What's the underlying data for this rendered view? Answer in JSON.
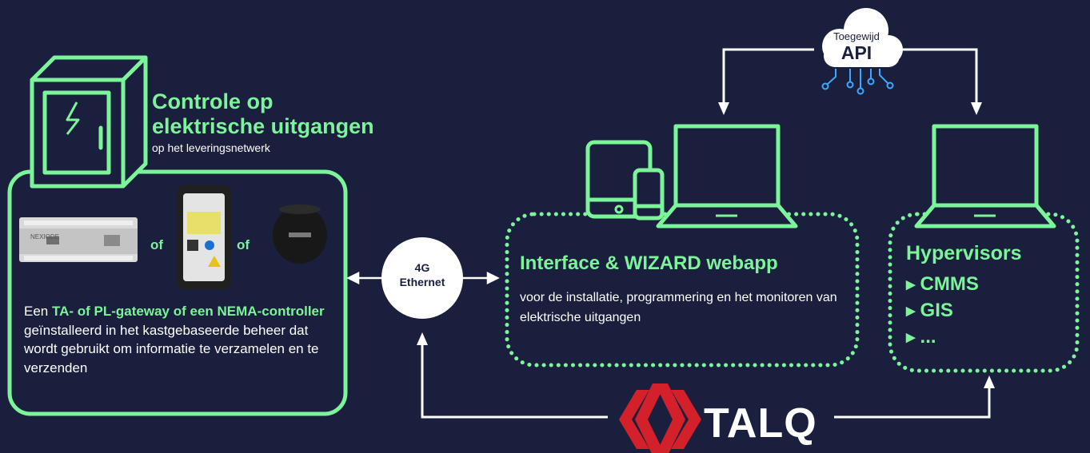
{
  "left_block": {
    "heading_line1": "Controle op",
    "heading_line2": "elektrische uitgangen",
    "subheading": "op het leveringsnetwerk",
    "or_label_1": "of",
    "or_label_2": "of",
    "desc_prefix": "Een ",
    "desc_bold": "TA- of PL-gateway of een NEMA-controller",
    "desc_rest": " geïnstalleerd in het kastgebaseerde beheer dat wordt gebruikt om informatie te verzamelen en te verzenden",
    "device_brand": "NEXIODE"
  },
  "connector": {
    "line1": "4G",
    "line2": "Ethernet"
  },
  "interface": {
    "title": "Interface & WIZARD webapp",
    "description": "voor de installatie, programmering en het monitoren van elektrische uitgangen"
  },
  "hypervisors": {
    "title": "Hypervisors",
    "items": [
      "CMMS",
      "GIS",
      "..."
    ]
  },
  "cloud": {
    "top_label": "Toegewijd",
    "main_label": "API"
  },
  "logo": {
    "text": "TALQ"
  },
  "colors": {
    "background": "#1a1f3d",
    "accent_green": "#7cf49a",
    "logo_red": "#d4202a",
    "white": "#ffffff"
  }
}
